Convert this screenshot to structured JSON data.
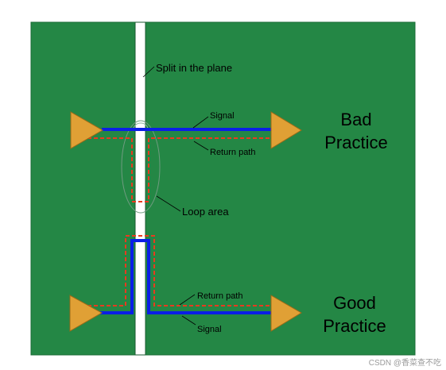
{
  "labels": {
    "split": "Split in the plane",
    "signal_top": "Signal",
    "return_top": "Return path",
    "loop_area": "Loop area",
    "bad_line1": "Bad",
    "bad_line2": "Practice",
    "return_bottom": "Return path",
    "signal_bottom": "Signal",
    "good_line1": "Good",
    "good_line2": "Practice",
    "watermark": "CSDN @香菜查不吃"
  },
  "colors": {
    "plane": "#248745",
    "plane_border": "#1a6b35",
    "split": "#ffffff",
    "signal": "#0a1ee6",
    "return_path": "#e83a1f",
    "arrow": "#e0a035",
    "text": "#000000",
    "watermark": "#9a9a9a"
  }
}
